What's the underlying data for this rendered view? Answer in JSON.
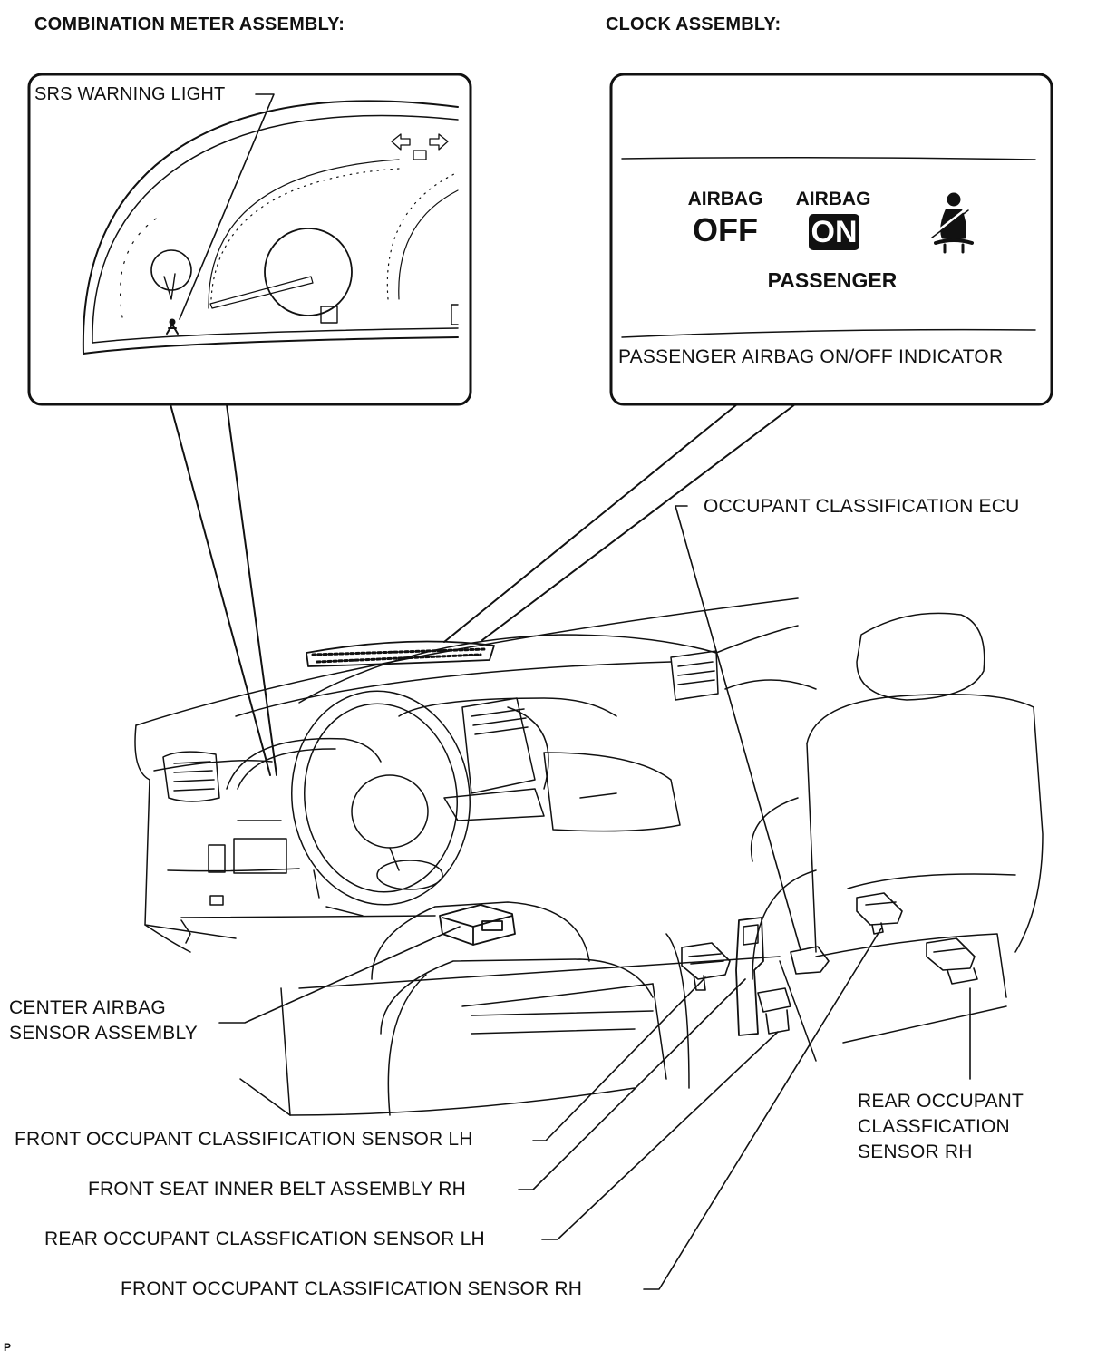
{
  "headers": {
    "combination_meter": "COMBINATION METER ASSEMBLY:",
    "clock": "CLOCK ASSEMBLY:"
  },
  "meter_callout": {
    "srs_warning_light": "SRS WARNING LIGHT"
  },
  "clock_panel": {
    "airbag_off_top": "AIRBAG",
    "airbag_off_state": "OFF",
    "airbag_on_top": "AIRBAG",
    "airbag_on_state": "ON",
    "passenger": "PASSENGER",
    "indicator_caption": "PASSENGER AIRBAG ON/OFF INDICATOR",
    "seatbelt_icon": "seatbelt-reminder-icon"
  },
  "labels": {
    "occupant_ecu": "OCCUPANT CLASSIFICATION ECU",
    "center_airbag_sensor": "CENTER AIRBAG\nSENSOR ASSEMBLY",
    "front_sensor_lh": "FRONT OCCUPANT CLASSIFICATION SENSOR LH",
    "front_inner_belt_rh": "FRONT SEAT INNER BELT ASSEMBLY RH",
    "rear_sensor_lh": "REAR OCCUPANT CLASSFICATION SENSOR LH",
    "front_sensor_rh": "FRONT OCCUPANT CLASSIFICATION SENSOR RH",
    "rear_sensor_rh": "REAR OCCUPANT\nCLASSFICATION\nSENSOR RH"
  },
  "corner_mark": "P"
}
